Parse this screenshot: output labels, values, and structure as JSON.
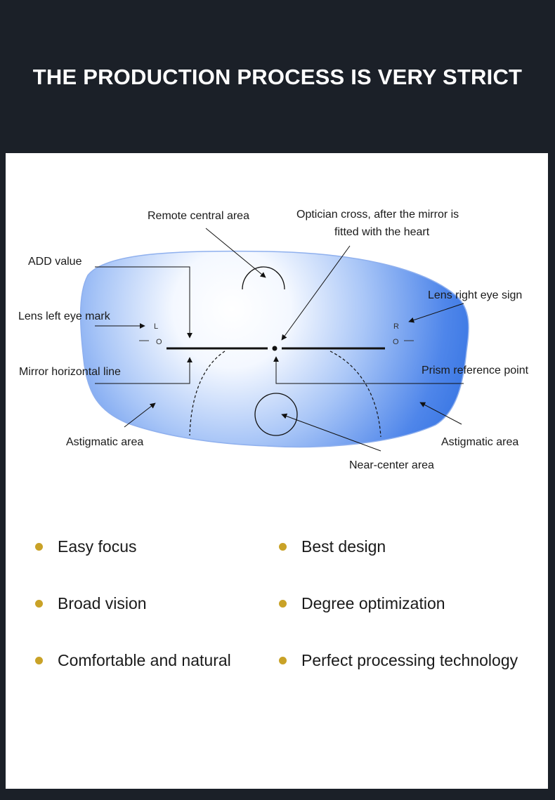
{
  "header": {
    "title": "THE PRODUCTION PROCESS IS VERY STRICT"
  },
  "diagram": {
    "labels": {
      "remote_central_area": "Remote central area",
      "optician_cross_line1": "Optician cross, after the mirror is",
      "optician_cross_line2": "fitted with the heart",
      "add_value": "ADD value",
      "lens_left_eye_mark": "Lens left eye mark",
      "lens_right_eye_sign": "Lens right eye sign",
      "mirror_horizontal_line": "Mirror horizontal line",
      "prism_reference_point": "Prism reference point",
      "astigmatic_area_left": "Astigmatic area",
      "astigmatic_area_right": "Astigmatic area",
      "near_center_area": "Near-center area"
    },
    "marks": {
      "left_letter": "L",
      "left_circle": "O",
      "right_letter": "R",
      "right_circle": "O"
    },
    "colors": {
      "lens_center": "#ffffff",
      "lens_edge": "#2f6fe0",
      "lens_border": "#8fb0ee"
    }
  },
  "features": {
    "bullet_color": "#c9a227",
    "items": [
      "Easy focus",
      "Best design",
      "Broad vision",
      "Degree optimization",
      "Comfortable and natural",
      "Perfect processing technology"
    ]
  }
}
